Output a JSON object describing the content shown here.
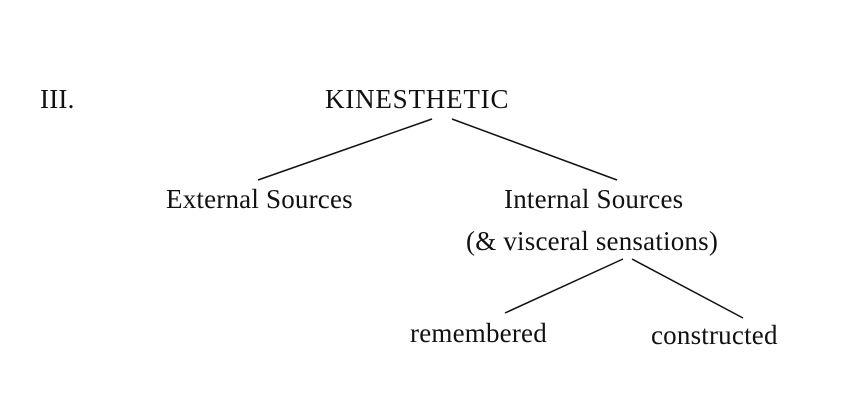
{
  "section": {
    "numeral": "III."
  },
  "tree": {
    "root": {
      "label": "KINESTHETIC"
    },
    "external": {
      "label": "External Sources"
    },
    "internal": {
      "label": "Internal Sources",
      "sublabel": "(& visceral sensations)"
    },
    "internal_children": {
      "remembered": "remembered",
      "constructed": "constructed"
    }
  }
}
